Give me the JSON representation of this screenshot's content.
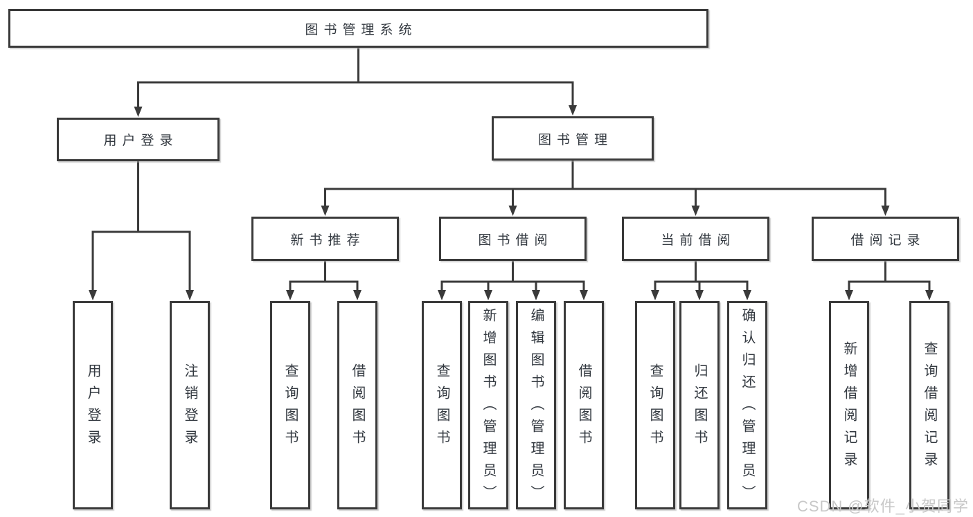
{
  "diagram": {
    "title": "图书管理系统",
    "watermark": "CSDN @软件_小贺同学",
    "colors": {
      "line": "#3a3a3a",
      "text": "#333940",
      "box_background": "#ffffff",
      "watermark": "#c8c8c8"
    },
    "nodes": [
      {
        "id": "root",
        "label": "图书管理系统",
        "parent": null,
        "orientation": "horizontal"
      },
      {
        "id": "login",
        "label": "用户登录",
        "parent": "root",
        "orientation": "horizontal"
      },
      {
        "id": "mgmt",
        "label": "图书管理",
        "parent": "root",
        "orientation": "horizontal"
      },
      {
        "id": "rec",
        "label": "新书推荐",
        "parent": "mgmt",
        "orientation": "horizontal"
      },
      {
        "id": "borrow",
        "label": "图书借阅",
        "parent": "mgmt",
        "orientation": "horizontal"
      },
      {
        "id": "current",
        "label": "当前借阅",
        "parent": "mgmt",
        "orientation": "horizontal"
      },
      {
        "id": "records",
        "label": "借阅记录",
        "parent": "mgmt",
        "orientation": "horizontal"
      },
      {
        "id": "login-in",
        "label": "用户登录",
        "parent": "login",
        "orientation": "vertical"
      },
      {
        "id": "login-out",
        "label": "注销登录",
        "parent": "login",
        "orientation": "vertical"
      },
      {
        "id": "rec-query",
        "label": "查询图书",
        "parent": "rec",
        "orientation": "vertical"
      },
      {
        "id": "rec-borrow",
        "label": "借阅图书",
        "parent": "rec",
        "orientation": "vertical"
      },
      {
        "id": "borrow-query",
        "label": "查询图书",
        "parent": "borrow",
        "orientation": "vertical"
      },
      {
        "id": "borrow-add",
        "label": "新增图书（管理员）",
        "parent": "borrow",
        "orientation": "vertical"
      },
      {
        "id": "borrow-edit",
        "label": "编辑图书（管理员）",
        "parent": "borrow",
        "orientation": "vertical"
      },
      {
        "id": "borrow-borrow",
        "label": "借阅图书",
        "parent": "borrow",
        "orientation": "vertical"
      },
      {
        "id": "current-query",
        "label": "查询图书",
        "parent": "current",
        "orientation": "vertical"
      },
      {
        "id": "current-return",
        "label": "归还图书",
        "parent": "current",
        "orientation": "vertical"
      },
      {
        "id": "current-confirm",
        "label": "确认归还（管理员）",
        "parent": "current",
        "orientation": "vertical"
      },
      {
        "id": "records-add",
        "label": "新增借阅记录",
        "parent": "records",
        "orientation": "vertical"
      },
      {
        "id": "records-query",
        "label": "查询借阅记录",
        "parent": "records",
        "orientation": "vertical"
      }
    ]
  }
}
